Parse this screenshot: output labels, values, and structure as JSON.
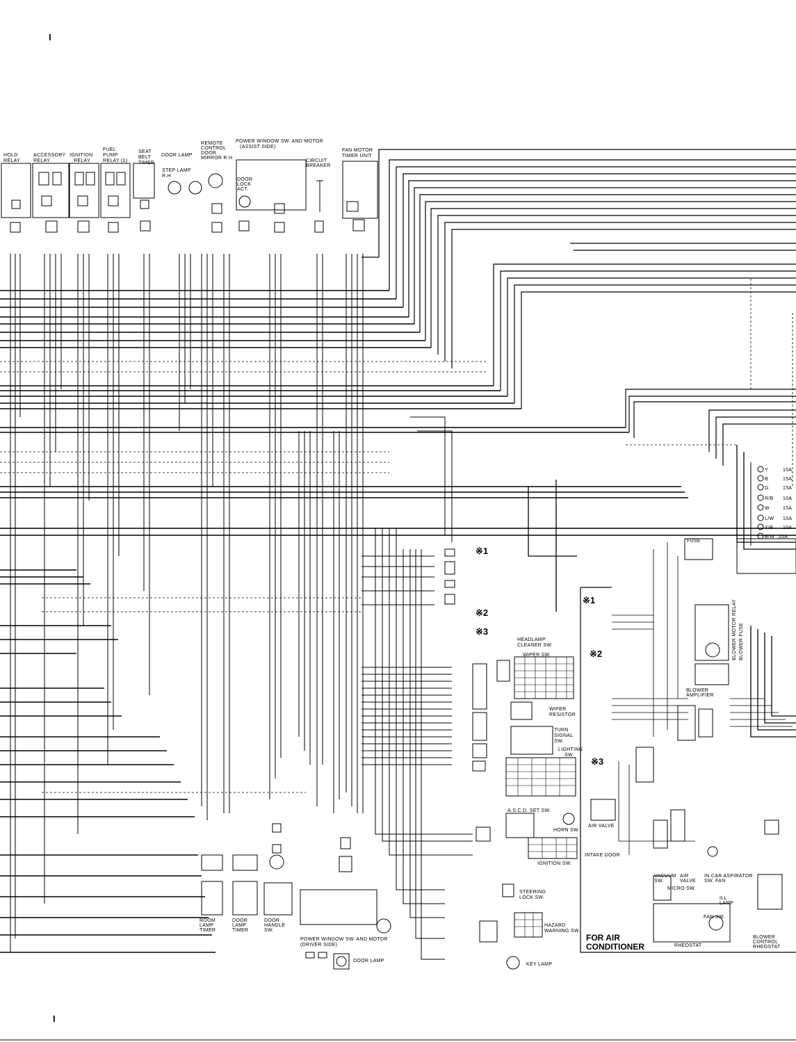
{
  "corner_marks": {
    "top": "I",
    "bottom": "I"
  },
  "components_top": [
    {
      "id": "hold-relay",
      "label": "HOLD\nRELAY"
    },
    {
      "id": "accessory-relay",
      "label": "ACCESSORY\nRELAY"
    },
    {
      "id": "ignition-relay",
      "label": "IGNITION\nRELAY"
    },
    {
      "id": "fuel-pump-relay",
      "label": "FUEL\nPUMP\nRELAY (1)"
    },
    {
      "id": "seat-belt-timer",
      "label": "SEAT\nBELT\nTIMER"
    },
    {
      "id": "door-lamp",
      "label": "DOOR LAMP"
    },
    {
      "id": "step-lamp",
      "label": "STEP LAMP\nR.H"
    },
    {
      "id": "remote-control-mirror",
      "label": "REMOTE\nCONTROL\nDOOR\nMIRROR R.H"
    },
    {
      "id": "door-lock-act",
      "label": "DOOR\nLOCK\nACT."
    },
    {
      "id": "power-window-assist",
      "label": "POWER WINDOW SW. AND MOTOR\n(ASSIST SIDE)"
    },
    {
      "id": "circuit-breaker",
      "label": "CIRCUIT\nBREAKER"
    },
    {
      "id": "fan-motor-timer",
      "label": "FAN MOTOR\nTIMER UNIT"
    }
  ],
  "components_center": [
    {
      "id": "headlamp-cleaner",
      "label": "HEADLAMP\nCLEANER SW."
    },
    {
      "id": "wiper-sw",
      "label": "WIPER SW."
    },
    {
      "id": "wiper-resistor",
      "label": "WIPER\nRESISTOR"
    },
    {
      "id": "turn-signal-sw",
      "label": "TURN\nSIGNAL\nSW."
    },
    {
      "id": "lighting-sw",
      "label": "LIGHTING\nSW."
    },
    {
      "id": "asco-sft-sw",
      "label": "A.S.C.D. SET SW."
    },
    {
      "id": "horn-sw",
      "label": "HORN SW."
    },
    {
      "id": "ignition-sw",
      "label": "IGNITION SW."
    },
    {
      "id": "steering-lock-sw",
      "label": "STEERING\nLOCK SW."
    },
    {
      "id": "hazard-warning-sw",
      "label": "HAZARD\nWARNING SW."
    },
    {
      "id": "key-lamp",
      "label": "KEY LAMP"
    }
  ],
  "components_bottom_left": [
    {
      "id": "room-lamp-timer",
      "label": "ROOM\nLAMP\nTIMER"
    },
    {
      "id": "door-lamp-timer",
      "label": "DOOR\nLAMP\nTIMER"
    },
    {
      "id": "door-handle-sw",
      "label": "DOOR\nHANDLE\nSW."
    },
    {
      "id": "power-window-driver",
      "label": "POWER WINDOW SW. AND MOTOR\n(DRIVER SIDE)"
    },
    {
      "id": "door-lamp-bottom",
      "label": "DOOR LAMP"
    }
  ],
  "components_ac": [
    {
      "id": "fuse-ac",
      "label": "FUSE"
    },
    {
      "id": "blower-amplifier",
      "label": "BLOWER\nAMPLIFIER"
    },
    {
      "id": "blower-motor-relay",
      "label": "BLOWER\nMOTOR RELAY"
    },
    {
      "id": "blower-fuse",
      "label": "BLOWER FUSE"
    },
    {
      "id": "air-valve",
      "label": "AIR VALVE"
    },
    {
      "id": "intake-door",
      "label": "INTAKE DOOR"
    },
    {
      "id": "vacuum-sw",
      "label": "VACUUM\nSW."
    },
    {
      "id": "air-valve-2",
      "label": "AIR\nVALVE"
    },
    {
      "id": "in-car-aspirator",
      "label": "IN CAR ASPIRATOR\nSW. FAN"
    },
    {
      "id": "micro-sw",
      "label": "MICRO SW."
    },
    {
      "id": "ill-lamp",
      "label": "ILL\nLAMP"
    },
    {
      "id": "fan-sw",
      "label": "FAN SW."
    },
    {
      "id": "rheostat",
      "label": "RHEOSTAT"
    },
    {
      "id": "blower-control-rheostat",
      "label": "BLOWER\nCONTROL\nRHEOSTAT"
    },
    {
      "id": "for-air-conditioner",
      "label": "FOR AIR\nCONDITIONER"
    }
  ],
  "option_marks": [
    {
      "label": "※1"
    },
    {
      "label": "※2"
    },
    {
      "label": "※3"
    }
  ],
  "fuse_ratings": [
    "10A",
    "15A",
    "15A",
    "10A",
    "15A",
    "10A",
    "10A",
    "20A"
  ],
  "wire_codes_right_block": [
    "Y",
    "B",
    "G",
    "R/B",
    "W",
    "L/W",
    "Y/B",
    "B/W"
  ]
}
